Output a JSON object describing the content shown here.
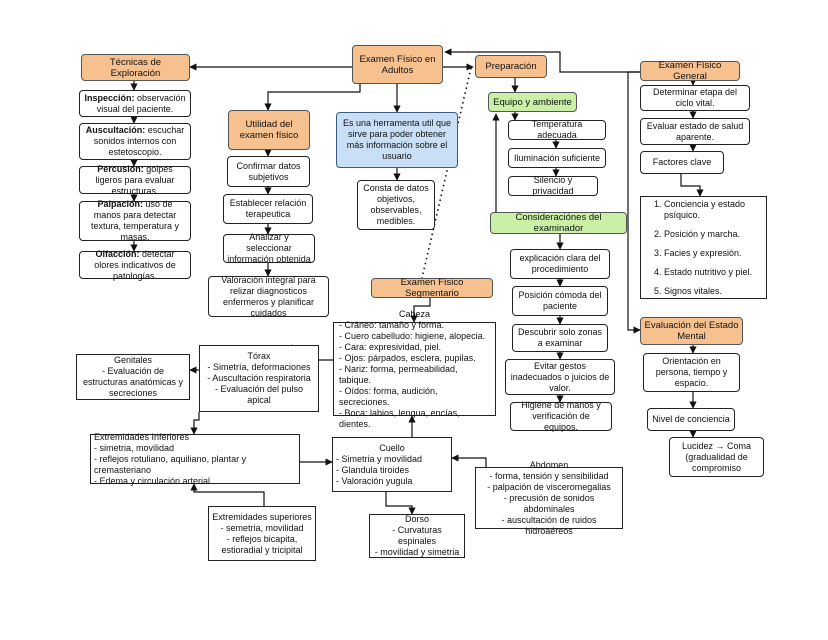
{
  "center": {
    "title": "Examen Físico en Adultos"
  },
  "tecnicas": {
    "title": "Técnicas de Exploración",
    "items": [
      {
        "term": "Inspección:",
        "desc": " observación visual del paciente."
      },
      {
        "term": "Auscultación:",
        "desc": " escuchar sonidos internos con estetoscopio."
      },
      {
        "term": "Percusión:",
        "desc": " golpes ligeros para evaluar estructuras."
      },
      {
        "term": "Palpación:",
        "desc": " uso de manos para detectar textura, temperatura y masas."
      },
      {
        "term": "Olfacción:",
        "desc": " detectar olores indicativos de patologías."
      }
    ]
  },
  "utilidad": {
    "title": "Utilidad del examen físico",
    "items": [
      "Confirmar datos subjetivos",
      "Establecer relación terapeutica",
      "Analizar y seleccionar información obtenida",
      "Valoración integral para relizar diagnosticos enfermeros y planificar cuidados"
    ]
  },
  "definicion": {
    "text": "Es una herramenta util que sirve para poder obtener más información sobre el usuario",
    "consta": "Consta de datos objetivos, observables, medibles."
  },
  "preparacion": {
    "title": "Preparación",
    "equipo": {
      "title": "Equipo y ambiente",
      "items": [
        "Temperatura adecuada",
        "Iluminación suficiente",
        "Silencio y privacidad"
      ]
    },
    "consideraciones": {
      "title": "Consideraciónes del examinador",
      "items": [
        "explicación clara del procedimiento",
        "Posición cómoda del paciente",
        "Descubrir solo zonas a examinar",
        "Evitar gestos inadecuados o juicios de valor.",
        "Higiene de manos y verificación de equipos."
      ]
    }
  },
  "general": {
    "title": "Examen Físico General",
    "items": [
      "Determinar etapa del ciclo vital.",
      "Evaluar estado de salud aparente.",
      "Factores clave"
    ],
    "factores": [
      "Conciencia y estado psíquico.",
      "Posición y marcha.",
      "Facies y expresión.",
      "Estado nutritivo y piel.",
      "Signos vitales."
    ]
  },
  "mental": {
    "title": "Evaluación del Estado Mental",
    "items": [
      "Orientación en persona, tiempo y espacio.",
      "Nivel de conciencia",
      "Lucidez → Coma (gradualidad de compromiso"
    ]
  },
  "segmentario": {
    "title": "Examen Físico Segmentario",
    "cabeza": {
      "title": "Cabeza",
      "lines": [
        "- Cráneo: tamaño y forma.",
        "- Cuero cabelludo: higiene, alopecia.",
        "- Cara: expresividad, piel.",
        "- Ojos: párpados, esclera, pupilas.",
        "- Nariz: forma, permeabilidad, tabique.",
        "- Oídos: forma, audición, secreciones.",
        "- Boca: labios, lengua, encías, dientes."
      ]
    },
    "torax": {
      "title": "Tórax",
      "lines": [
        "- Simetría, deformaciones",
        "- Auscultación respiratoria",
        "- Evaluación del pulso apical"
      ]
    },
    "genitales": {
      "title": "Genitales",
      "lines": [
        "- Evaluación de estructuras anatómicas y secreciones"
      ]
    },
    "inferiores": {
      "title": "Extremidades Inferiores",
      "lines": [
        "- simetria, movilidad",
        "- reflejos rotuliano, aquiliano, plantar y cremasteriano",
        "- Edema y circulación arterial"
      ]
    },
    "cuello": {
      "title": "Cuello",
      "lines": [
        "- Simetria y movilidad",
        "- Glandula tiroides",
        "- Valoración yugula"
      ]
    },
    "abdomen": {
      "title": "Abdomen",
      "lines": [
        "- forma, tensión y sensibilidad",
        "- palpación de visceromegalias",
        "- precusión de sonidos abdominales",
        "- auscultación de ruidos hidroaéreos"
      ]
    },
    "superiores": {
      "title": "Extremidades superiores",
      "lines": [
        "- semetria, movilidad",
        "- reflejos bicapita, estioradial y tricipital"
      ]
    },
    "dorso": {
      "title": "Dorso",
      "lines": [
        "- Curvaturas espinales",
        "- movilidad y simetria"
      ]
    }
  }
}
